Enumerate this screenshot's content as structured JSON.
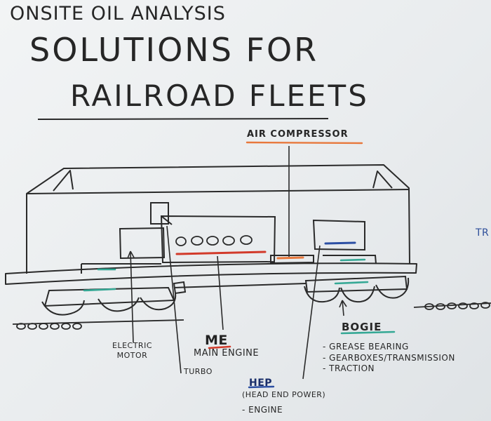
{
  "heading": {
    "line1": "ONSITE OIL ANALYSIS",
    "line2": "SOLUTIONS FOR",
    "line3": "RAILROAD FLEETS"
  },
  "labels": {
    "air_compressor": "AIR COMPRESSOR",
    "me_abbrev": "ME",
    "main_engine": "MAIN ENGINE",
    "electric_motor_line1": "ELECTRIC",
    "electric_motor_line2": "MOTOR",
    "turbo": "TURBO",
    "bogie": "BOGIE",
    "bogie_items": [
      "- GREASE BEARING",
      "- GEARBOXES/TRANSMISSION",
      "- TRACTION"
    ],
    "hep": "HEP",
    "hep_full": "(HEAD END POWER)",
    "hep_item": "- ENGINE",
    "cut_off": "TR"
  },
  "colors": {
    "ink": "#262626",
    "orange": "#e8783c",
    "red": "#d23a2a",
    "teal": "#35a895",
    "blue": "#2c4fa3"
  }
}
